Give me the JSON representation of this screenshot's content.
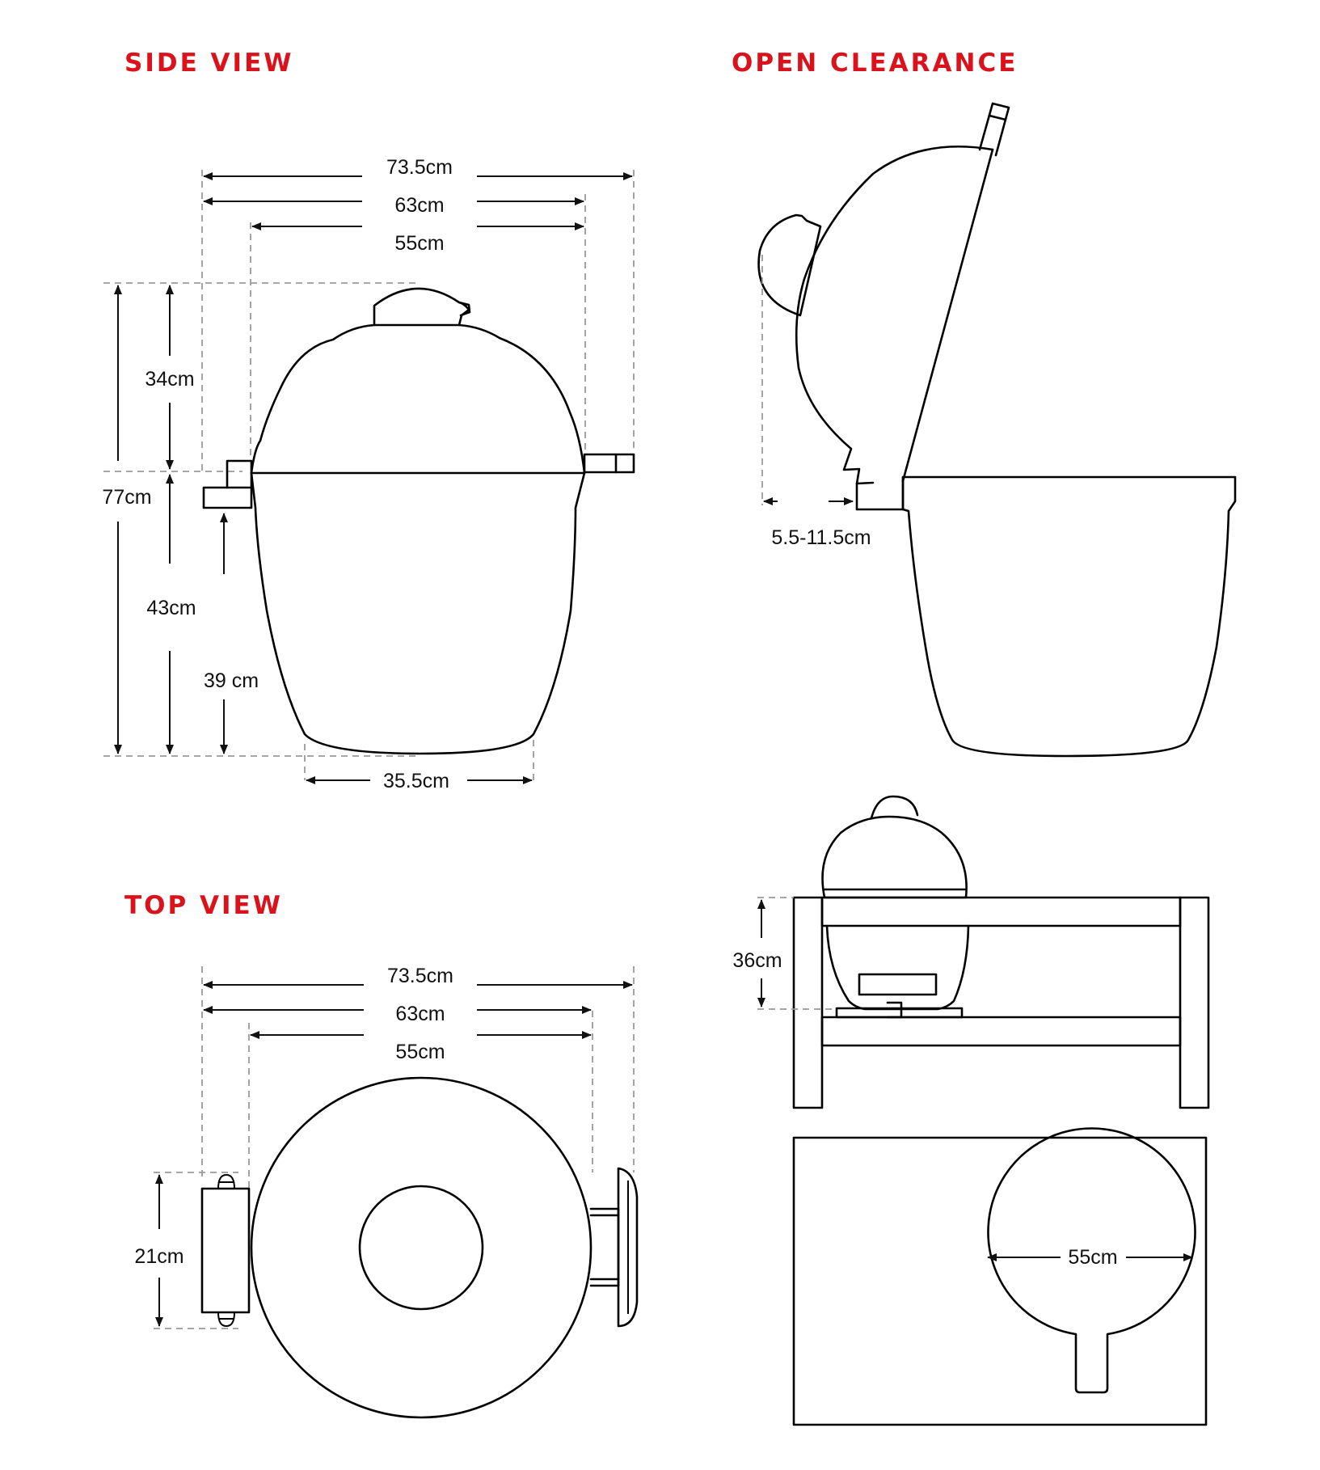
{
  "headings": {
    "side_view": "SIDE VIEW",
    "open_clearance": "OPEN CLEARANCE",
    "top_view": "TOP VIEW"
  },
  "side_view": {
    "width_overall": "73.5cm",
    "width_body": "63cm",
    "width_inner": "55cm",
    "lid_height": "34cm",
    "total_height": "77cm",
    "base_height": "43cm",
    "handle_height": "39 cm",
    "base_width": "35.5cm"
  },
  "open_clearance": {
    "clearance": "5.5-11.5cm"
  },
  "top_view": {
    "width_overall": "73.5cm",
    "width_body": "63cm",
    "width_inner": "55cm",
    "shelf_depth": "21cm"
  },
  "table_view": {
    "inset_height": "36cm",
    "cutout_diameter": "55cm"
  },
  "colors": {
    "heading": "#d9121b",
    "line": "#000000",
    "dashed_guide": "#9a9a9a"
  }
}
